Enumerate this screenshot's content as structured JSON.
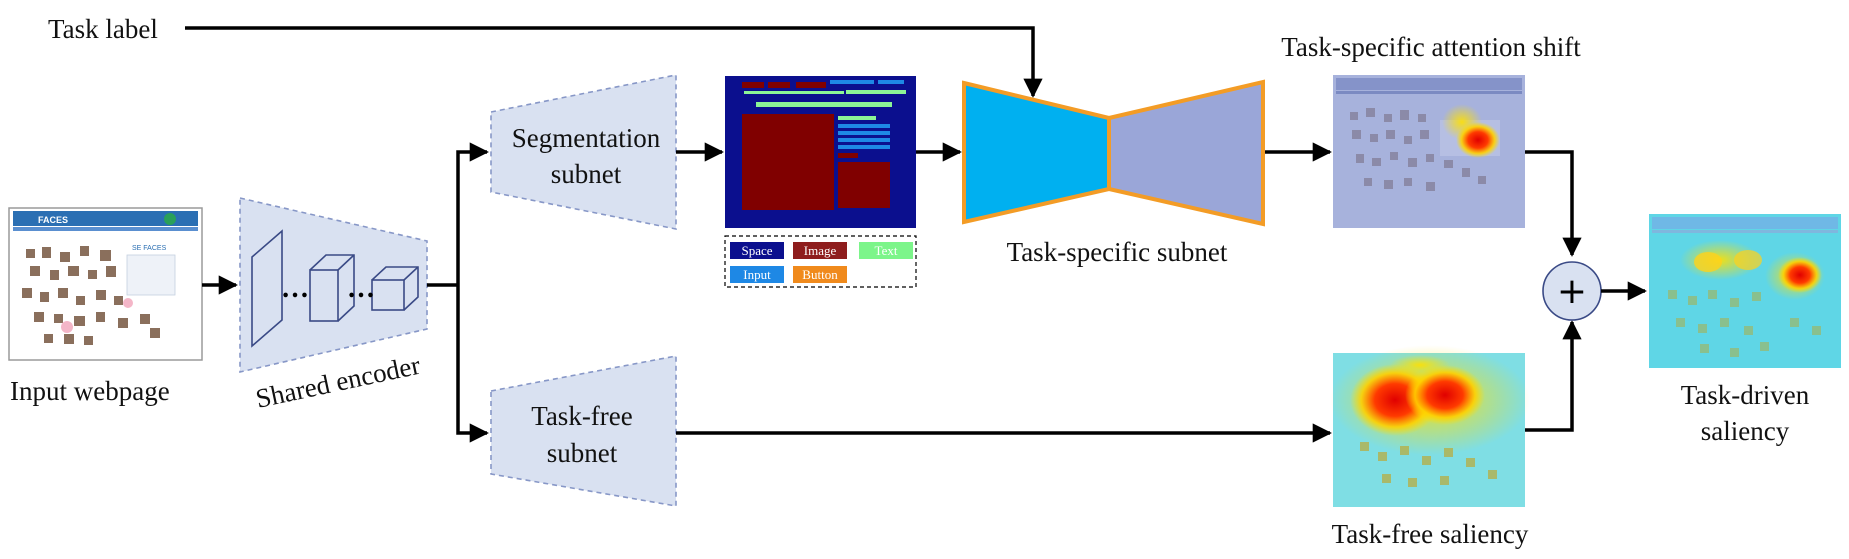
{
  "labels": {
    "task_label": "Task label",
    "input_webpage": "Input webpage",
    "shared_encoder": "Shared encoder",
    "segmentation_subnet_l1": "Segmentation",
    "segmentation_subnet_l2": "subnet",
    "task_free_subnet_l1": "Task-free",
    "task_free_subnet_l2": "subnet",
    "task_specific_subnet": "Task-specific subnet",
    "attention_shift": "Task-specific attention shift",
    "task_free_saliency": "Task-free saliency",
    "task_driven_l1": "Task-driven",
    "task_driven_l2": "saliency",
    "plus": "+",
    "ellipsis": "…",
    "webpage_logo": "FACES",
    "webpage_heading": "SE FACES"
  },
  "legend": [
    {
      "label": "Space",
      "color": "#0b0f8e",
      "text_color": "#ffffff"
    },
    {
      "label": "Image",
      "color": "#8e1d1d",
      "text_color": "#ffffff"
    },
    {
      "label": "Text",
      "color": "#7cf58a",
      "text_color": "#ffffff"
    },
    {
      "label": "Input",
      "color": "#1e88e5",
      "text_color": "#ffffff"
    },
    {
      "label": "Button",
      "color": "#f08a1c",
      "text_color": "#ffffff"
    }
  ],
  "colors": {
    "subnet_fill": "#d9e1f1",
    "encoder_fill": "#d9e1f1",
    "encoder_stroke": "#8797c7",
    "bowtie_left": "#00b0f0",
    "bowtie_right": "#9aa6d8",
    "bowtie_stroke": "#f39c26",
    "seg_space": "#0b0f8e",
    "seg_image": "#800000",
    "seg_text": "#8cf596",
    "seg_input": "#1e88e5",
    "arrow": "#000000"
  }
}
